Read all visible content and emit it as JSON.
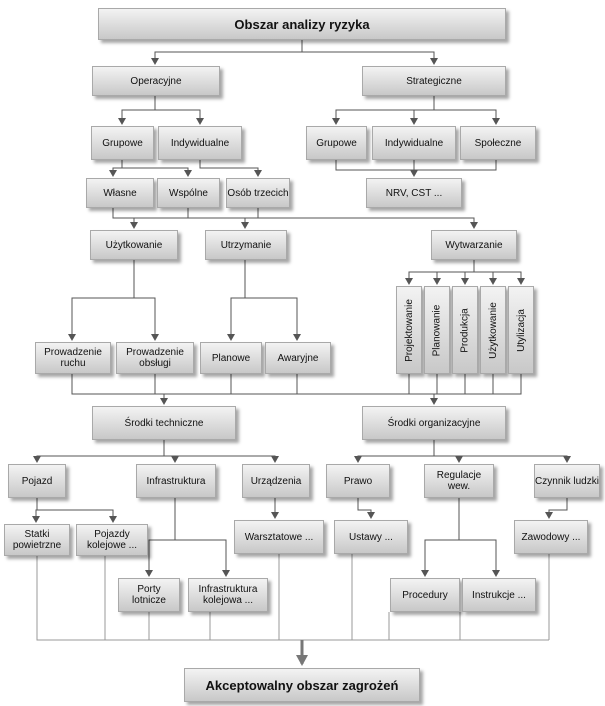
{
  "title": "Obszar analizy ryzyka",
  "footer": "Akceptowalny obszar zagrożeń",
  "level1": {
    "left": "Operacyjne",
    "right": "Strategiczne"
  },
  "operacyjne": {
    "grupowe": "Grupowe",
    "indywidualne": "Indywidualne"
  },
  "strategiczne": {
    "grupowe": "Grupowe",
    "indywidualne": "Indywidualne",
    "spoleczne": "Społeczne",
    "nrv": "NRV, CST ..."
  },
  "ownership": {
    "wlasne": "Własne",
    "wspolne": "Wspólne",
    "osob": "Osób trzecich"
  },
  "phases": {
    "uzytkowanie": "Użytkowanie",
    "utrzymanie": "Utrzymanie",
    "wytwarzanie": "Wytwarzanie"
  },
  "uzytkowanie": {
    "ruchu": "Prowadzenie ruchu",
    "obslugi": "Prowadzenie obsługi"
  },
  "utrzymanie": {
    "planowe": "Planowe",
    "awaryjne": "Awaryjne"
  },
  "wytwarzanie": {
    "projektowanie": "Projektowanie",
    "planowanie": "Planowanie",
    "produkcja": "Produkcja",
    "uzytkowanie": "Użytkowanie",
    "utylizacja": "Utylizacja"
  },
  "measures": {
    "technical": "Środki techniczne",
    "organizational": "Środki organizacyjne"
  },
  "technical": {
    "pojazd": "Pojazd",
    "infrastruktura": "Infrastruktura",
    "urzadzenia": "Urządzenia"
  },
  "pojazd": {
    "statki": "Statki powietrzne",
    "kolejowe": "Pojazdy kolejowe ..."
  },
  "infrastruktura": {
    "porty": "Porty lotnicze",
    "kolejowa": "Infrastruktura kolejowa ..."
  },
  "urzadzenia": {
    "warsztatowe": "Warsztatowe ..."
  },
  "organizational": {
    "prawo": "Prawo",
    "regulacje": "Regulacje wew.",
    "czynnik": "Czynnik ludzki"
  },
  "prawo": {
    "ustawy": "Ustawy ..."
  },
  "regulacje": {
    "procedury": "Procedury",
    "instrukcje": "Instrukcje ..."
  },
  "czynnik": {
    "zawodowy": "Zawodowy ..."
  }
}
